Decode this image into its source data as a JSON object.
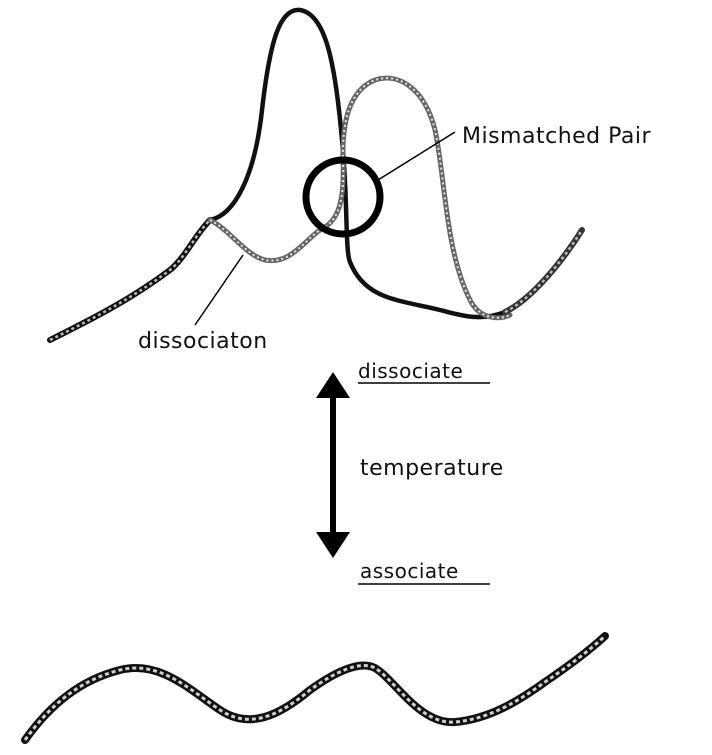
{
  "labels": {
    "mismatched_pair": "Mismatched Pair",
    "dissociation": "dissociaton",
    "dissociate": "dissociate",
    "temperature": "temperature",
    "associate": "associate"
  },
  "colors": {
    "strand_dark": "#111111",
    "strand_light": "#9a9a9a",
    "background": "#ffffff"
  }
}
